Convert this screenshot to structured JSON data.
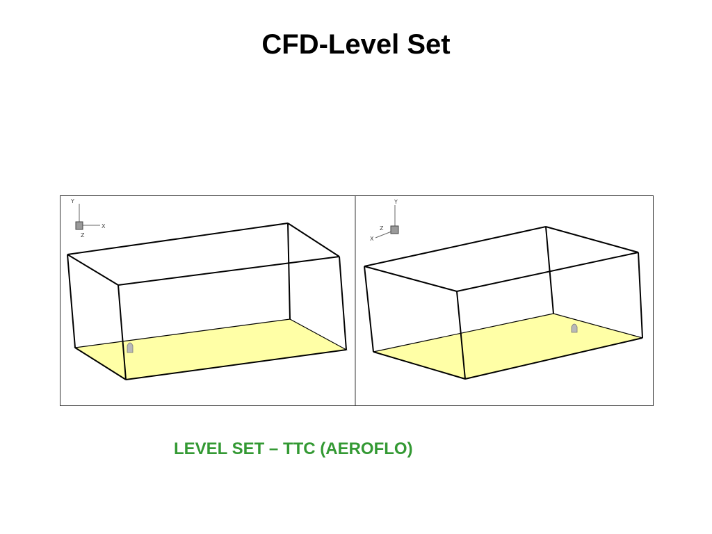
{
  "slide": {
    "title": "CFD-Level Set",
    "caption": "LEVEL SET – TTC (AEROFLO)"
  },
  "colors": {
    "title": "#000000",
    "caption": "#339933",
    "floor_fill": "#ffffa6",
    "box_edge": "#000000",
    "figure_border": "#333333",
    "body_fill": "#b8b8b8"
  },
  "panels": [
    {
      "axes": {
        "y": "Y",
        "x": "X",
        "z": "Z"
      }
    },
    {
      "axes": {
        "y": "Y",
        "z": "Z",
        "x": "X"
      }
    }
  ]
}
